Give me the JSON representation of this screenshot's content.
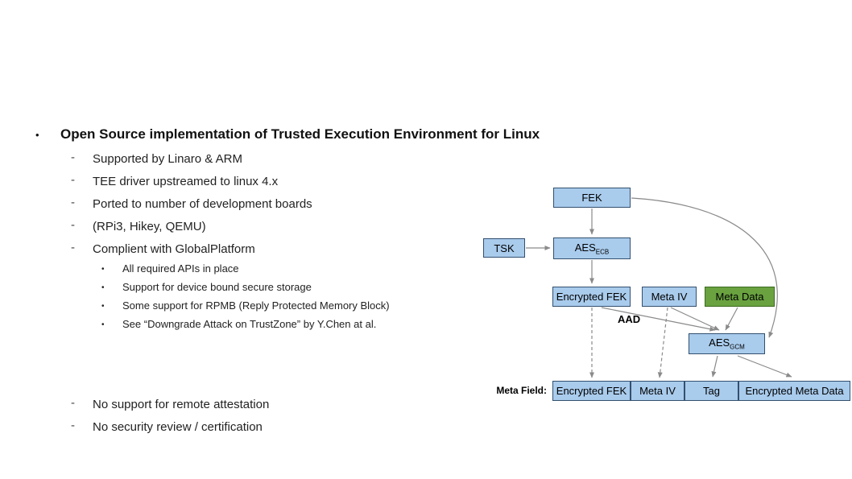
{
  "slide": {
    "markers": {
      "l1": "•",
      "l2": "-",
      "l3": "•"
    },
    "title": "Open Source implementation of Trusted Execution Environment for Linux",
    "bullets_l2": [
      "Supported by Linaro & ARM",
      "TEE driver upstreamed to linux 4.x",
      "Ported to number of development boards",
      "(RPi3, Hikey, QEMU)",
      "Complient with GlobalPlatform"
    ],
    "bullets_l3": [
      "All required APIs in place",
      "Support for device bound secure storage",
      "Some support for RPMB (Reply Protected Memory Block)",
      "See “Downgrade Attack on TrustZone” by Y.Chen at al."
    ],
    "bullets_l2_bottom": [
      "No support for remote attestation",
      "No security review / certification"
    ]
  },
  "diagram": {
    "fek": "FEK",
    "tsk": "TSK",
    "aes_ecb": {
      "main": "AES",
      "sub": "ECB"
    },
    "aes_gcm": {
      "main": "AES",
      "sub": "GCM"
    },
    "encrypted_fek": "Encrypted FEK",
    "meta_iv": "Meta IV",
    "meta_data": "Meta Data",
    "aad": "AAD",
    "meta_field": "Meta Field:",
    "out": {
      "encrypted_fek": "Encrypted FEK",
      "meta_iv": "Meta IV",
      "tag": "Tag",
      "encrypted_meta_data": "Encrypted Meta Data"
    },
    "colors": {
      "box_blue": "#a9cbec",
      "box_green": "#69a23f",
      "box_border": "#33506e",
      "arrow_gray": "#8a8a8a"
    }
  }
}
